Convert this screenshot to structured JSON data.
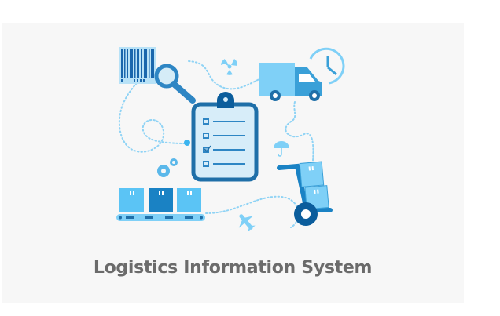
{
  "caption": {
    "title": "Logistics Information System"
  },
  "illustration": {
    "elements": [
      "barcode-icon",
      "magnifier-icon",
      "radiation-icon",
      "delivery-truck-icon",
      "clock-icon",
      "clipboard-checklist-icon",
      "umbrella-icon",
      "gears-icon",
      "conveyor-boxes-icon",
      "hand-truck-icon",
      "airplane-icon"
    ],
    "checklist": {
      "items": 4,
      "checked_index": 2
    }
  },
  "colors": {
    "background": "#f7f7f7",
    "light_blue": "#7fd0f7",
    "mid_blue": "#3aa0d8",
    "dark_blue": "#1f6fa8",
    "navy": "#0b5d9c",
    "text": "#6b6b6b"
  }
}
